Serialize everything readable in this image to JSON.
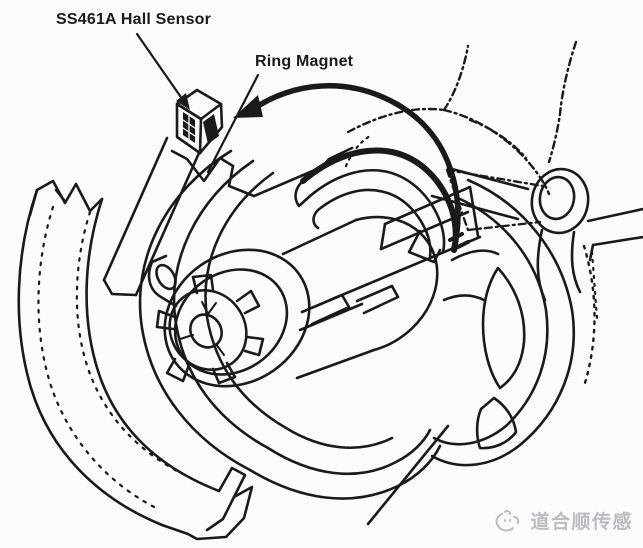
{
  "diagram": {
    "labels": {
      "hall_sensor": "SS461A Hall Sensor",
      "ring_magnet": "Ring Magnet"
    },
    "watermark": {
      "text": "道合顺传感"
    },
    "colors": {
      "line": "#1a1a1a",
      "background": "#fbfbfb",
      "watermark": "#b9bdc1"
    }
  }
}
